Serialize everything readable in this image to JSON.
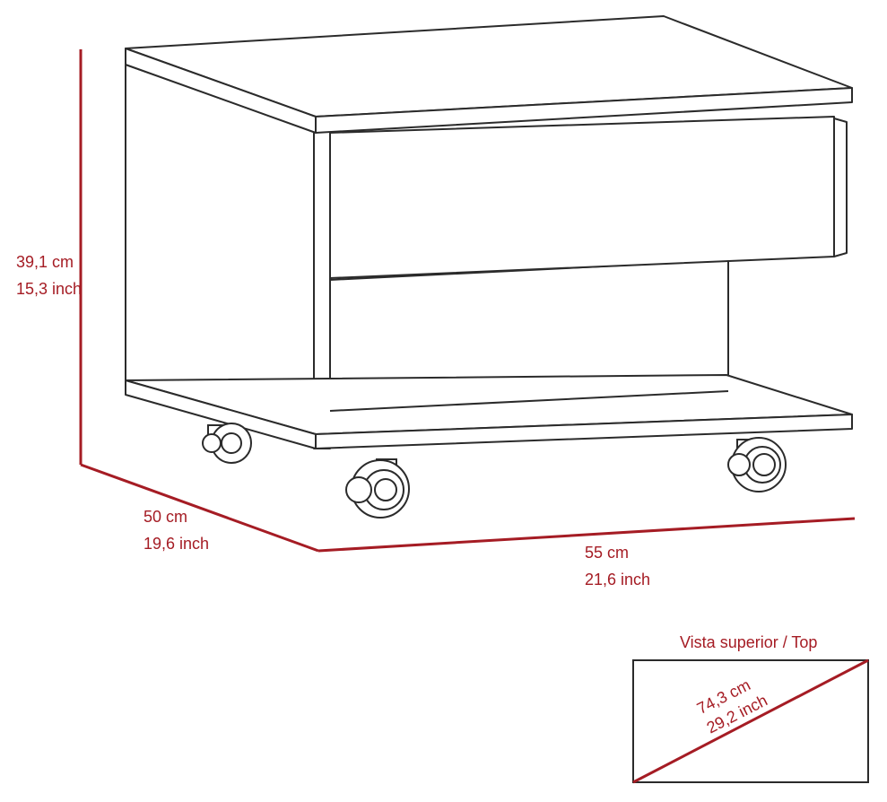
{
  "dimensions": {
    "height": {
      "metric": "39,1 cm",
      "imperial": "15,3 inch"
    },
    "depth": {
      "metric": "50 cm",
      "imperial": "19,6 inch"
    },
    "width": {
      "metric": "55 cm",
      "imperial": "21,6 inch"
    }
  },
  "top_view": {
    "title": "Vista superior / Top",
    "diagonal_metric": "74,3 cm",
    "diagonal_imperial": "29,2 inch"
  },
  "colors": {
    "dimension": "#a51c24",
    "outline": "#2b2b2b",
    "background": "#ffffff"
  }
}
